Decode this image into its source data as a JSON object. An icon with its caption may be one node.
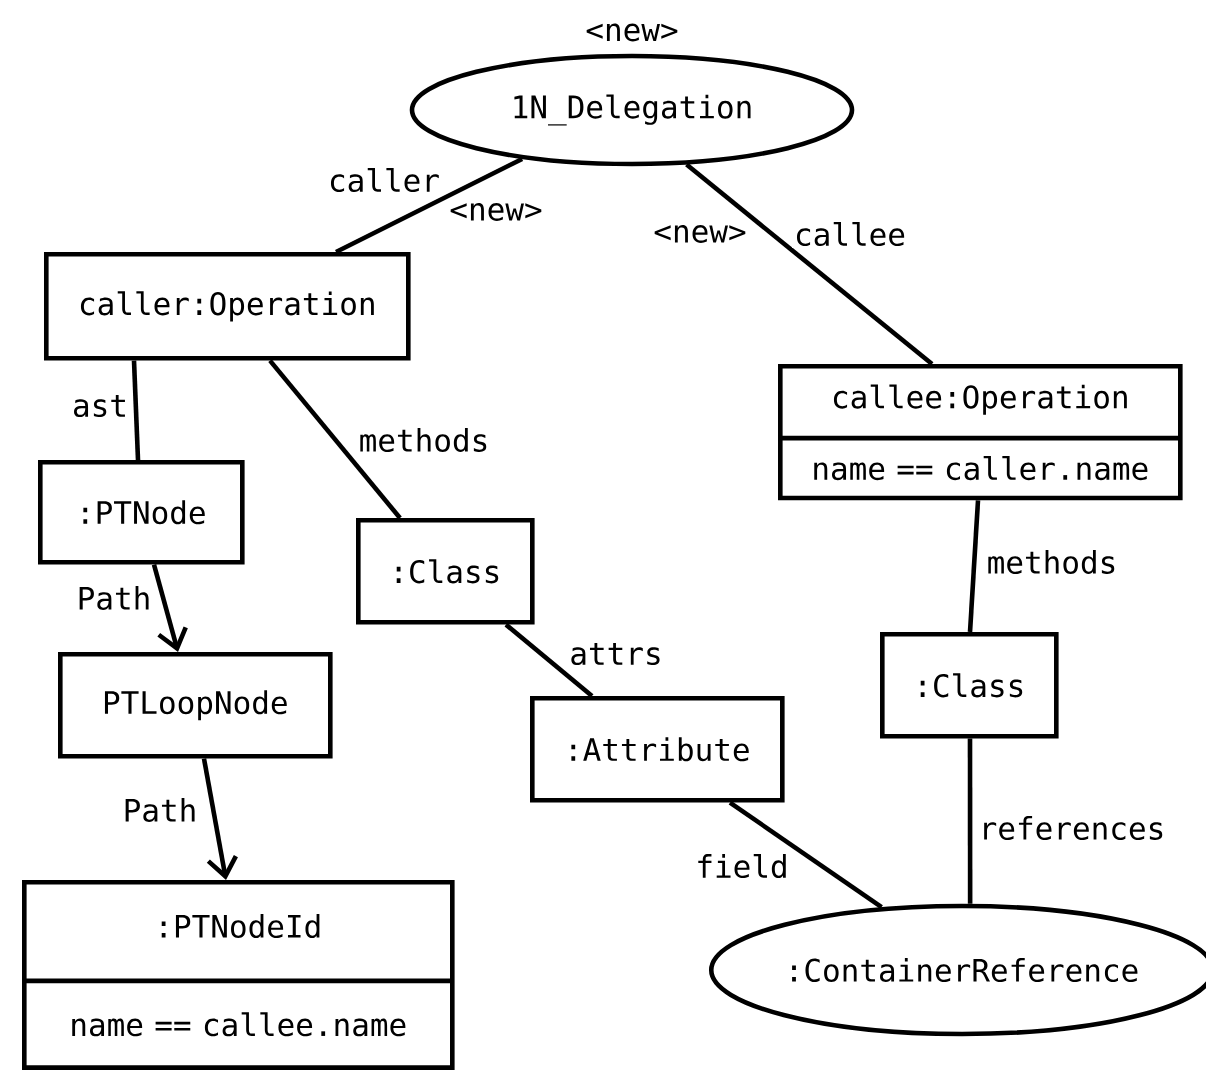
{
  "diagram": {
    "nodes": [
      {
        "text": [
          "1N_Delegation"
        ],
        "beside": [
          "<new>"
        ]
      },
      {
        "text": [
          "caller:Operation"
        ]
      },
      {
        "text": [
          "callee:Operation",
          "name == caller.name"
        ]
      },
      {
        "text": [
          ":PTNode"
        ]
      },
      {
        "text": [
          ":Class"
        ]
      },
      {
        "text": [
          "PTLoopNode"
        ]
      },
      {
        "text": [
          ":Attribute"
        ]
      },
      {
        "text": [
          ":Class"
        ]
      },
      {
        "text": [
          ":PTNodeId",
          "name == callee.name"
        ]
      },
      {
        "text": [
          ":ContainerReference"
        ]
      }
    ],
    "edges": [
      {
        "from": 0,
        "to": 1,
        "arrow": "none",
        "label": "caller"
      },
      {
        "from": 0,
        "to": 2,
        "arrow": "none",
        "label": "callee"
      },
      {
        "from": 1,
        "to": 3,
        "arrow": "none",
        "label": "ast"
      },
      {
        "from": 1,
        "to": 4,
        "arrow": "none",
        "label": "methods"
      },
      {
        "from": 3,
        "to": 5,
        "arrow": "to",
        "label": "Path"
      },
      {
        "from": 2,
        "to": 7,
        "arrow": "none",
        "label": "methods"
      },
      {
        "from": 4,
        "to": 6,
        "arrow": "none",
        "label": "attrs"
      },
      {
        "from": 5,
        "to": 8,
        "arrow": "to",
        "label": "Path"
      },
      {
        "from": 6,
        "to": 9,
        "arrow": "none",
        "label": "field"
      },
      {
        "from": 7,
        "to": 9,
        "arrow": "none",
        "label": "references"
      }
    ],
    "labels": [
      "<new>",
      "<new>"
    ]
  }
}
